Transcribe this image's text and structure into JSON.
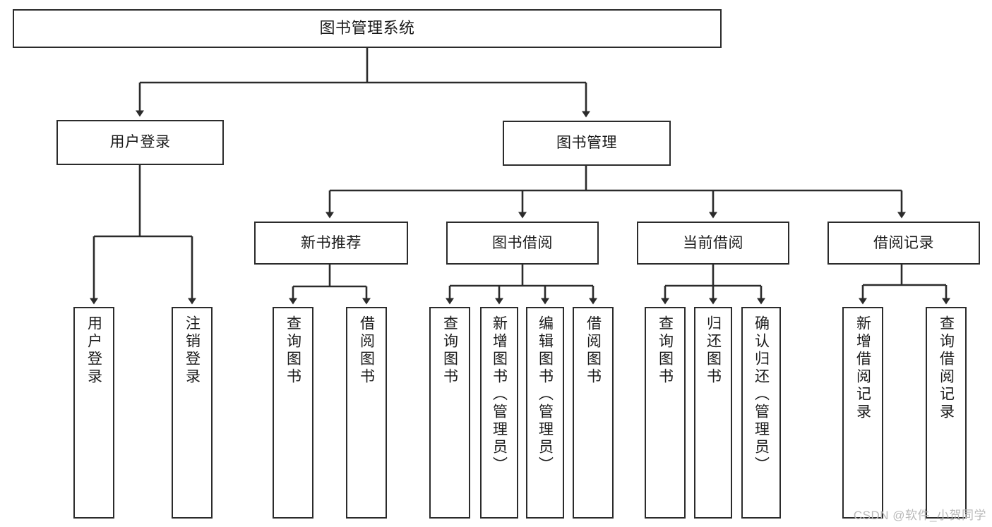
{
  "diagram": {
    "title": "图书管理系统",
    "type": "tree-hierarchy",
    "watermark": "CSDN @软件_小贺同学",
    "colors": {
      "stroke": "#2b2b2b",
      "fill": "#ffffff",
      "text": "#1a1a1a",
      "watermark": "#b9b9b9"
    },
    "nodes": {
      "root": {
        "label": "图书管理系统"
      },
      "level1": [
        {
          "label": "用户登录"
        },
        {
          "label": "图书管理"
        }
      ],
      "level2": [
        {
          "label": "新书推荐"
        },
        {
          "label": "图书借阅"
        },
        {
          "label": "当前借阅"
        },
        {
          "label": "借阅记录"
        }
      ],
      "leaves": {
        "user_login": [
          {
            "label": "用户登录"
          },
          {
            "label": "注销登录"
          }
        ],
        "new_book_recommend": [
          {
            "label": "查询图书"
          },
          {
            "label": "借阅图书"
          }
        ],
        "book_borrow": [
          {
            "label": "查询图书"
          },
          {
            "label": "新增图书（管理员）"
          },
          {
            "label": "编辑图书（管理员）"
          },
          {
            "label": "借阅图书"
          }
        ],
        "current_borrow": [
          {
            "label": "查询图书"
          },
          {
            "label": "归还图书"
          },
          {
            "label": "确认归还（管理员）"
          }
        ],
        "borrow_record": [
          {
            "label": "新增借阅记录"
          },
          {
            "label": "查询借阅记录"
          }
        ]
      }
    }
  }
}
